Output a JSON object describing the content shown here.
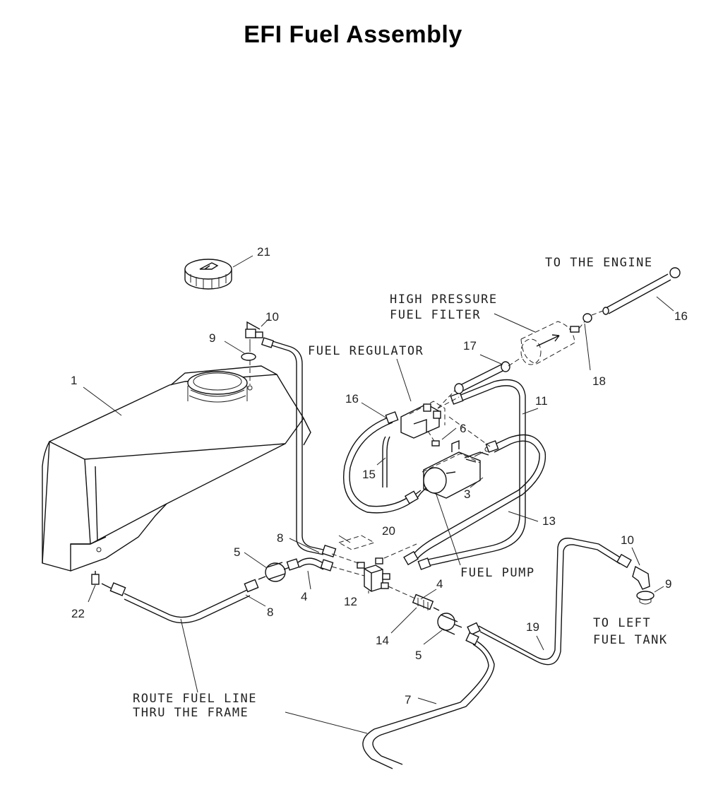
{
  "title": "EFI Fuel Assembly",
  "labels": {
    "to_engine": "TO THE ENGINE",
    "hp_filter_1": "HIGH PRESSURE",
    "hp_filter_2": "FUEL FILTER",
    "regulator": "FUEL REGULATOR",
    "pump": "FUEL PUMP",
    "left_tank_1": "TO LEFT",
    "left_tank_2": "FUEL TANK",
    "route_1": "ROUTE FUEL LINE",
    "route_2": "THRU THE FRAME"
  },
  "callouts": {
    "c1": "1",
    "c3": "3",
    "c4a": "4",
    "c4b": "4",
    "c5a": "5",
    "c5b": "5",
    "c6": "6",
    "c7": "7",
    "c8a": "8",
    "c8b": "8",
    "c9a": "9",
    "c9b": "9",
    "c10a": "10",
    "c10b": "10",
    "c11": "11",
    "c12": "12",
    "c13": "13",
    "c14": "14",
    "c15": "15",
    "c16a": "16",
    "c16b": "16",
    "c17": "17",
    "c18": "18",
    "c19": "19",
    "c20": "20",
    "c21": "21",
    "c22": "22"
  }
}
